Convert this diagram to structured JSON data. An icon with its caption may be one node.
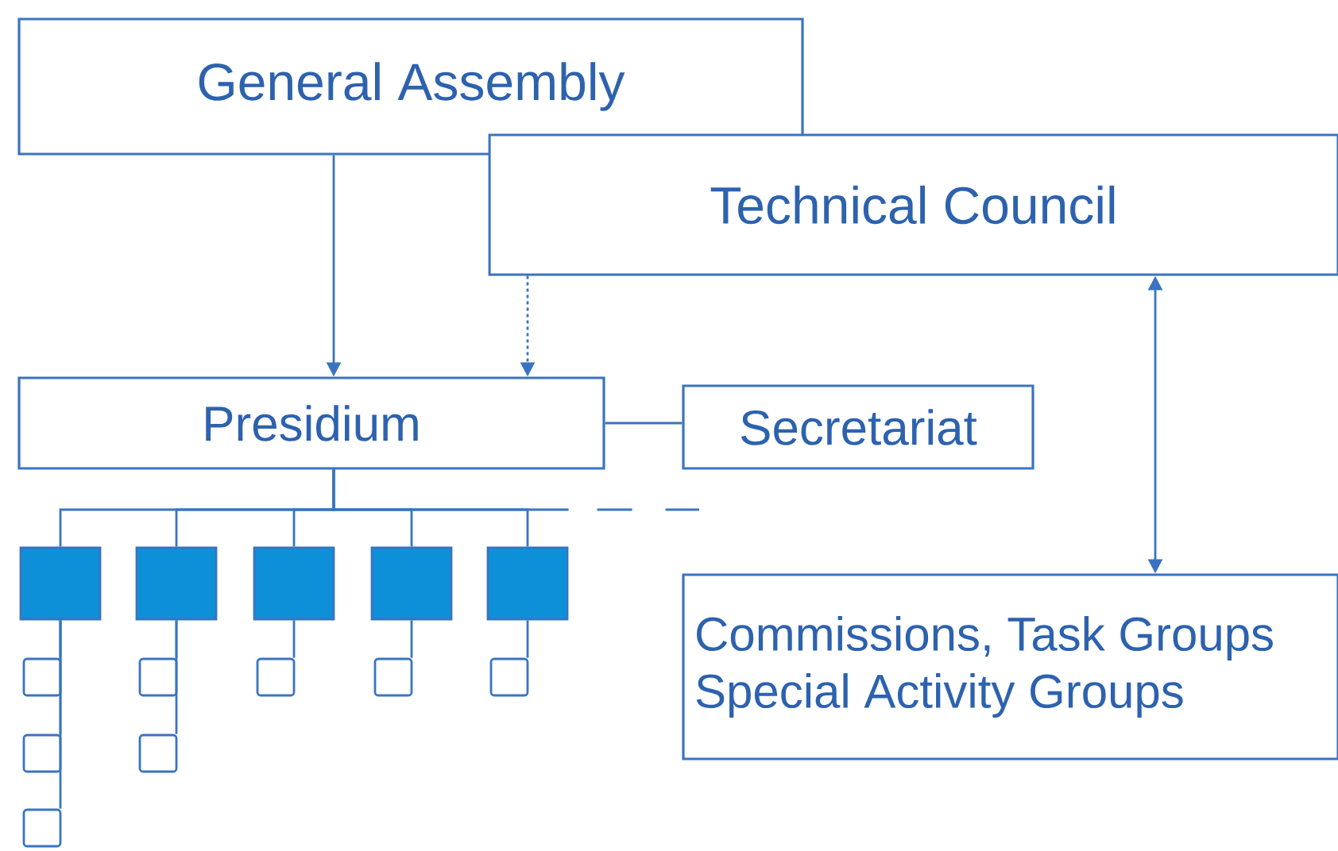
{
  "diagram": {
    "nodes": [
      {
        "text": [
          "General Assembly"
        ]
      },
      {
        "text": [
          "Technical Council"
        ]
      },
      {
        "text": [
          "Presidium"
        ]
      },
      {
        "text": [
          "Secretariat"
        ]
      },
      {
        "text": [
          "Commissions, Task Groups",
          "Special Activity Groups"
        ]
      },
      {
        "text": [],
        "shape": "box"
      },
      {
        "text": [],
        "shape": "box"
      },
      {
        "text": [],
        "shape": "box"
      },
      {
        "text": [],
        "shape": "box"
      },
      {
        "text": [],
        "shape": "box"
      },
      {
        "text": [],
        "shape": "box"
      },
      {
        "text": [],
        "shape": "box"
      },
      {
        "text": [],
        "shape": "box"
      },
      {
        "text": [],
        "shape": "box"
      },
      {
        "text": [],
        "shape": "box"
      },
      {
        "text": [],
        "shape": "box"
      },
      {
        "text": [],
        "shape": "box"
      },
      {
        "text": [],
        "shape": "box"
      }
    ],
    "edges": [
      {
        "from": 0,
        "to": 2,
        "arrow": "to"
      },
      {
        "from": 1,
        "to": 2,
        "arrow": "to",
        "style": "dashed"
      },
      {
        "from": 2,
        "to": 3,
        "arrow": "none"
      },
      {
        "from": 1,
        "to": 4,
        "arrow": "both"
      },
      {
        "from": 2,
        "to": 5,
        "arrow": "none"
      },
      {
        "from": 2,
        "to": 6,
        "arrow": "none"
      },
      {
        "from": 2,
        "to": 7,
        "arrow": "none"
      },
      {
        "from": 2,
        "to": 8,
        "arrow": "none"
      },
      {
        "from": 2,
        "to": 9,
        "arrow": "none"
      },
      {
        "from": 2,
        "to": null,
        "arrow": "none",
        "style": "dashed"
      },
      {
        "from": 5,
        "to": 10,
        "arrow": "none"
      },
      {
        "from": 5,
        "to": 11,
        "arrow": "none"
      },
      {
        "from": 5,
        "to": 12,
        "arrow": "none"
      },
      {
        "from": 6,
        "to": 13,
        "arrow": "none"
      },
      {
        "from": 6,
        "to": 14,
        "arrow": "none"
      },
      {
        "from": 7,
        "to": 15,
        "arrow": "none"
      },
      {
        "from": 8,
        "to": 16,
        "arrow": "none"
      },
      {
        "from": 9,
        "to": 17,
        "arrow": "none"
      }
    ]
  }
}
